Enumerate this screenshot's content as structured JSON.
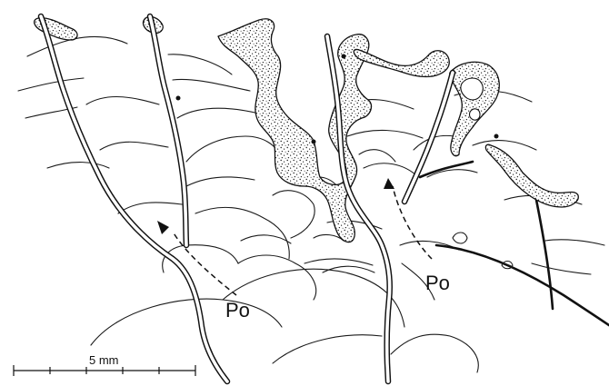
{
  "labels": {
    "po_left": "Po",
    "po_right": "Po"
  },
  "scale_bar": {
    "label": "5 mm"
  }
}
